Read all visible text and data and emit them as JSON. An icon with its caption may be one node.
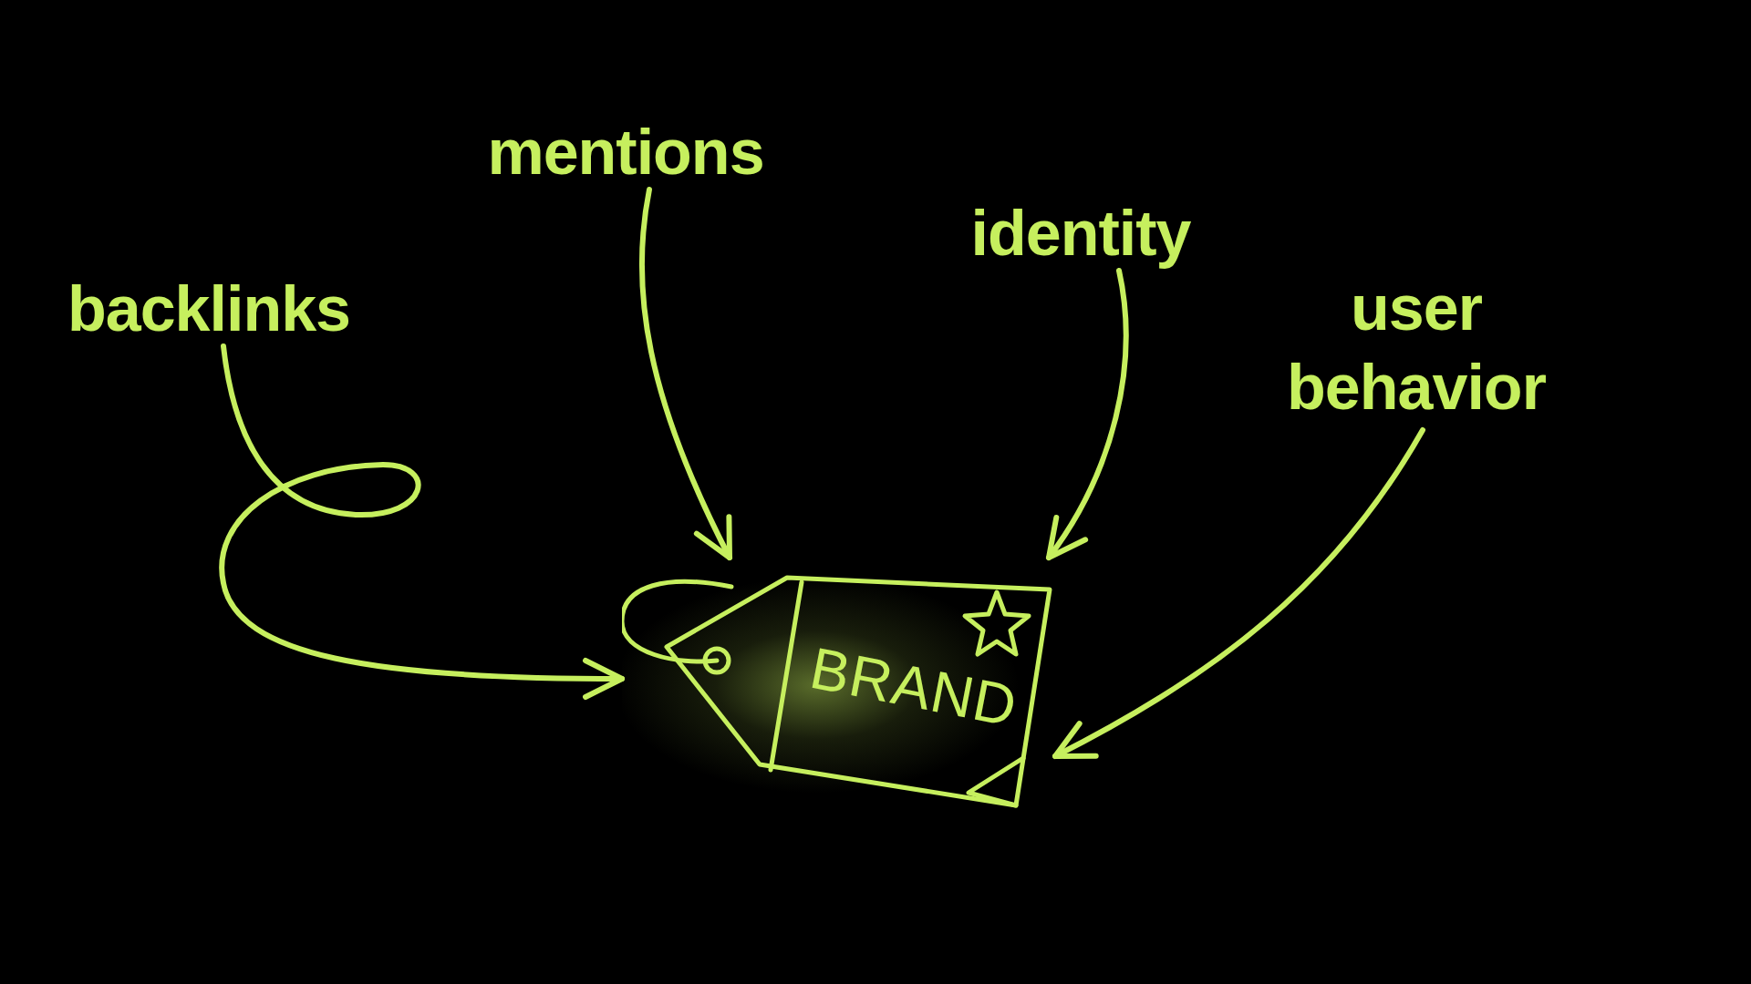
{
  "diagram": {
    "nodes": [
      {
        "text": [
          "backlinks"
        ]
      },
      {
        "text": [
          "mentions"
        ]
      },
      {
        "text": [
          "identity"
        ]
      },
      {
        "text": [
          "user behavior"
        ]
      },
      {
        "text": [
          "BRAND"
        ]
      }
    ],
    "edges": [
      {
        "from": 0,
        "to": 4,
        "arrow": "to"
      },
      {
        "from": 1,
        "to": 4,
        "arrow": "to"
      },
      {
        "from": 2,
        "to": 4,
        "arrow": "to"
      },
      {
        "from": 3,
        "to": 4,
        "arrow": "to"
      }
    ]
  }
}
